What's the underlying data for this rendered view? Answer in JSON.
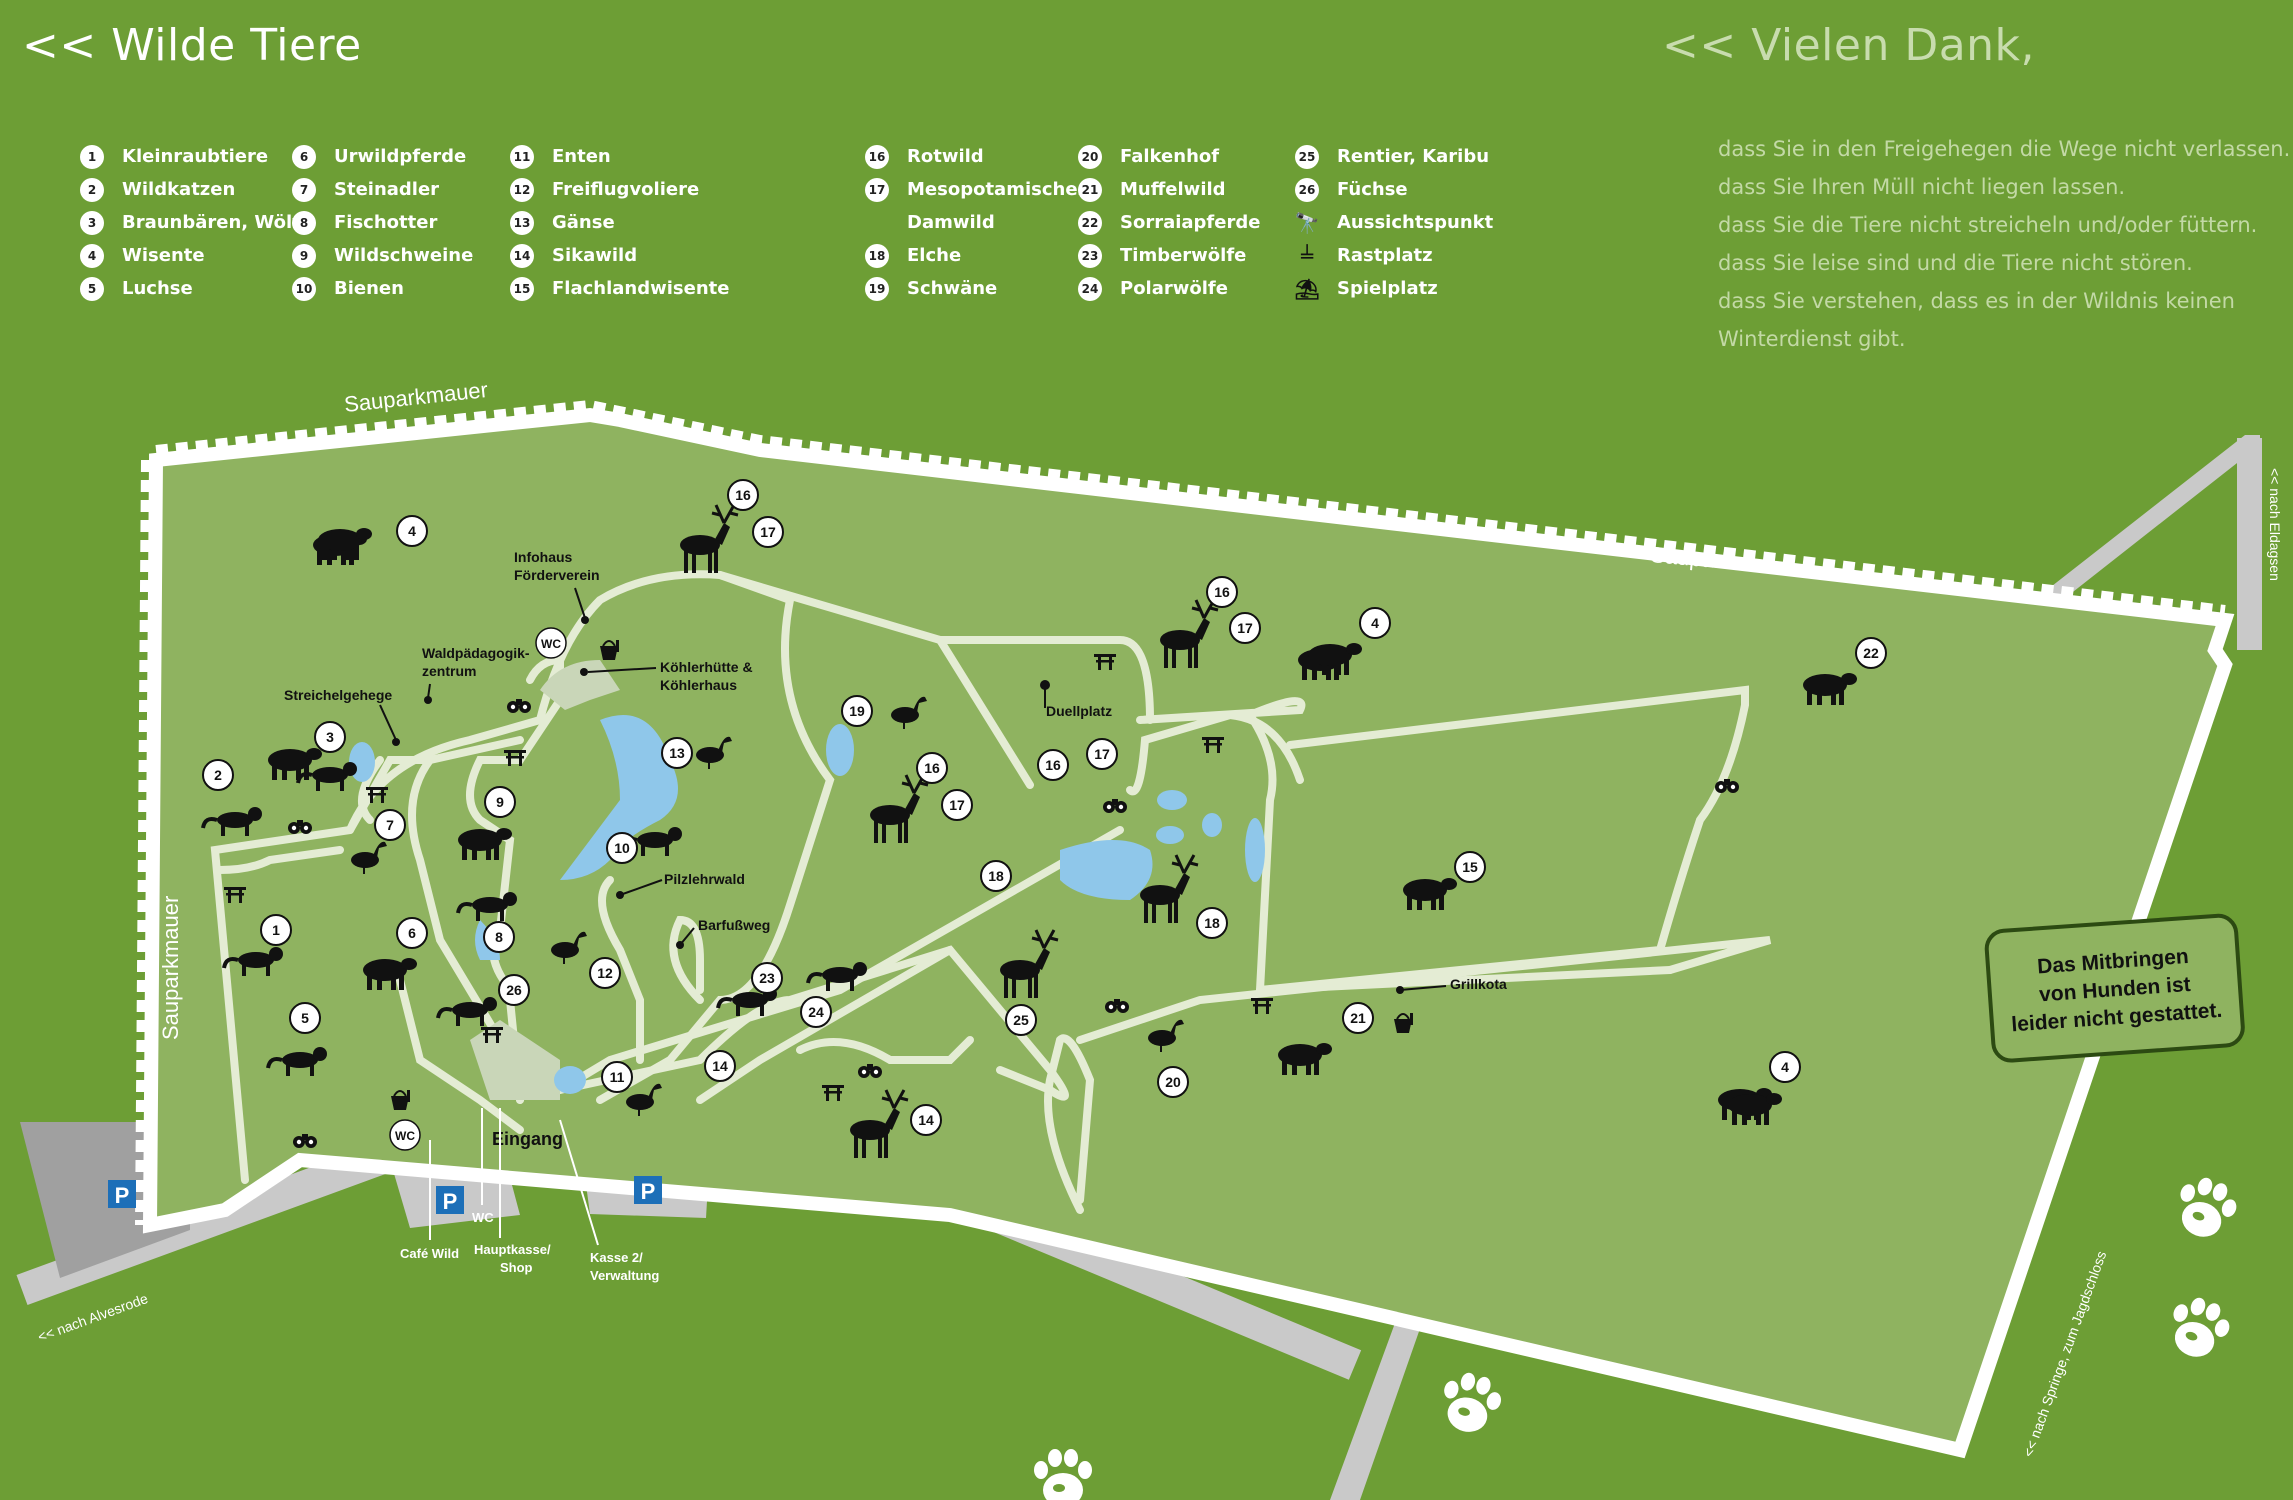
{
  "header": {
    "left_title": "<< Wilde Tiere",
    "right_title": "<< Vielen Dank,"
  },
  "legend": {
    "columns": [
      [
        {
          "num": "1",
          "label": "Kleinraubtiere"
        },
        {
          "num": "2",
          "label": "Wildkatzen"
        },
        {
          "num": "3",
          "label": "Braunbären, Wölfe"
        },
        {
          "num": "4",
          "label": "Wisente"
        },
        {
          "num": "5",
          "label": "Luchse"
        }
      ],
      [
        {
          "num": "6",
          "label": "Urwildpferde"
        },
        {
          "num": "7",
          "label": "Steinadler"
        },
        {
          "num": "8",
          "label": "Fischotter"
        },
        {
          "num": "9",
          "label": "Wildschweine"
        },
        {
          "num": "10",
          "label": "Bienen"
        }
      ],
      [
        {
          "num": "11",
          "label": "Enten"
        },
        {
          "num": "12",
          "label": "Freiflugvoliere"
        },
        {
          "num": "13",
          "label": "Gänse"
        },
        {
          "num": "14",
          "label": "Sikawild"
        },
        {
          "num": "15",
          "label": "Flachlandwisente"
        }
      ],
      [
        {
          "num": "16",
          "label": "Rotwild"
        },
        {
          "num": "17",
          "label": "Mesopotamisches"
        },
        {
          "num": "",
          "label": "Damwild"
        },
        {
          "num": "18",
          "label": "Elche"
        },
        {
          "num": "19",
          "label": "Schwäne"
        }
      ],
      [
        {
          "num": "20",
          "label": "Falkenhof"
        },
        {
          "num": "21",
          "label": "Muffelwild"
        },
        {
          "num": "22",
          "label": "Sorraiapferde"
        },
        {
          "num": "23",
          "label": "Timberwölfe"
        },
        {
          "num": "24",
          "label": "Polarwölfe"
        }
      ],
      [
        {
          "num": "25",
          "label": "Rentier, Karibu"
        },
        {
          "num": "26",
          "label": "Füchse"
        },
        {
          "icon": "binoculars-icon",
          "label": "Aussichtspunkt"
        },
        {
          "icon": "picnic-table-icon",
          "label": "Rastplatz"
        },
        {
          "icon": "playground-bucket-icon",
          "label": "Spielplatz"
        }
      ]
    ]
  },
  "thanks": {
    "lines": [
      "dass Sie in den Freigehegen die Wege nicht verlassen.",
      "dass Sie Ihren Müll nicht liegen lassen.",
      "dass Sie die Tiere nicht streicheln und/oder füttern.",
      "dass Sie leise sind und die Tiere nicht stören.",
      "dass Sie verstehen, dass es in der Wildnis keinen",
      "Winterdienst gibt."
    ]
  },
  "map": {
    "wall_labels": {
      "top_left": "Sauparkmauer",
      "top_right": "Sauparkmauer",
      "left": "Sauparkmauer"
    },
    "road_labels": {
      "alvesrode": "<< nach Alvesrode",
      "eldagsen": "<< nach Eldagsen",
      "springe": "<< nach Springe, zum Jagdschloss"
    },
    "place_labels": {
      "infohaus": "Infohaus",
      "foerderverein": "Förderverein",
      "waldpaed1": "Waldpädagogik-",
      "waldpaed2": "zentrum",
      "koehler1": "Köhlerhütte &",
      "koehler2": "Köhlerhaus",
      "streichel": "Streichelgehege",
      "pilz": "Pilzlehrwald",
      "barfuss": "Barfußweg",
      "duell": "Duellplatz",
      "grillkota": "Grillkota",
      "eingang": "Eingang",
      "cafe": "Café Wild",
      "wc_small": "WC",
      "hauptkasse1": "Hauptkasse/",
      "hauptkasse2": "Shop",
      "kasse1": "Kasse 2/",
      "kasse2": "Verwaltung",
      "wc_badge": "WC",
      "parking": "P"
    },
    "notice": {
      "line1": "Das Mitbringen",
      "line2": "von Hunden ist",
      "line3": "leider nicht gestattet."
    },
    "markers": [
      "1",
      "2",
      "3",
      "4",
      "5",
      "6",
      "7",
      "8",
      "9",
      "10",
      "11",
      "12",
      "13",
      "14",
      "15",
      "16",
      "17",
      "18",
      "19",
      "20",
      "21",
      "22",
      "23",
      "24",
      "25",
      "26"
    ]
  },
  "colors": {
    "background": "#6d9e35",
    "park_area": "#8fb360",
    "path": "#e4ecd4",
    "water": "#8fc7ea",
    "road": "#bdbdbd",
    "parking": "#9e9e9e",
    "parking_sign": "#1d6fb8"
  }
}
